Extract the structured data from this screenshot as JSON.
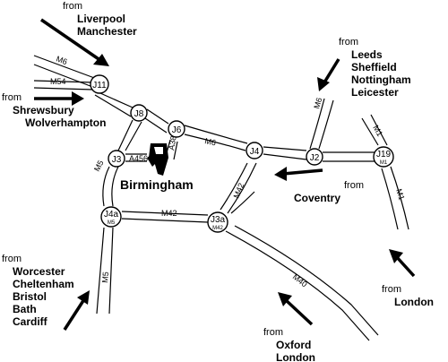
{
  "map": {
    "city": "Birmingham",
    "from_word": "from",
    "motorways": {
      "m6_nw": "M6",
      "m54": "M54",
      "m6_central": "M6",
      "m6_junction_spur": "A38",
      "m5": "M5",
      "m5_south": "M5",
      "m42": "M42",
      "m42_spur": "M42",
      "m40": "M40",
      "m1": "M1",
      "m1_south": "M1",
      "a456": "A456",
      "m6_toll": "M6"
    },
    "junctions": [
      {
        "id": "j11",
        "label": "J11",
        "sub": ""
      },
      {
        "id": "j8",
        "label": "J8",
        "sub": ""
      },
      {
        "id": "j6",
        "label": "J6",
        "sub": ""
      },
      {
        "id": "j4",
        "label": "J4",
        "sub": ""
      },
      {
        "id": "j2",
        "label": "J2",
        "sub": ""
      },
      {
        "id": "j19",
        "label": "J19",
        "sub": "M1"
      },
      {
        "id": "j3",
        "label": "J3",
        "sub": ""
      },
      {
        "id": "j4a",
        "label": "J4a",
        "sub": "M5"
      },
      {
        "id": "j3a",
        "label": "J3a",
        "sub": "M42"
      }
    ],
    "directions": {
      "north": [
        "Liverpool",
        "Manchester"
      ],
      "west": [
        "Shrewsbury",
        "Wolverhampton"
      ],
      "northeast": [
        "Leeds",
        "Sheffield",
        "Nottingham",
        "Leicester"
      ],
      "east": [
        "Coventry"
      ],
      "southwest": [
        "Worcester",
        "Cheltenham",
        "Bristol",
        "Bath",
        "Cardiff"
      ],
      "south": [
        "Oxford",
        "London"
      ],
      "southeast": [
        "London"
      ]
    }
  }
}
